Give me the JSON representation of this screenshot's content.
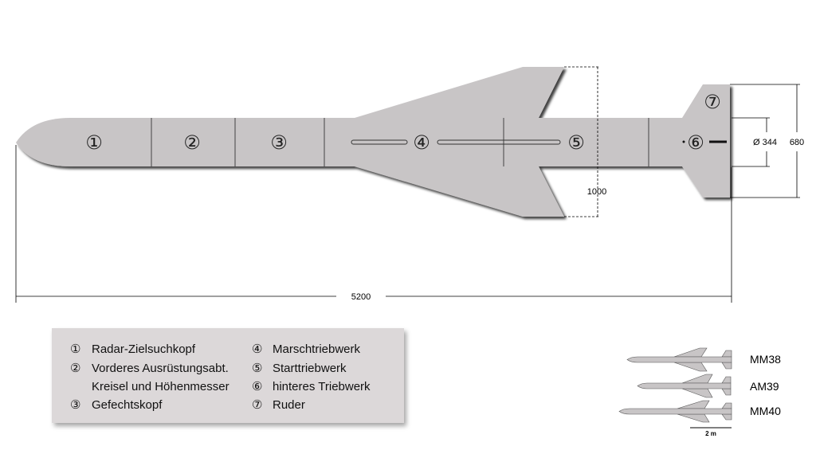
{
  "section_numbers": [
    "①",
    "②",
    "③",
    "④",
    "⑤",
    "⑥",
    "⑦"
  ],
  "dimensions": {
    "length": "5200",
    "span": "1000",
    "diameter": "Ø 344",
    "tail_span": "680"
  },
  "legend": {
    "left": [
      [
        "①",
        "Radar-Zielsuchkopf"
      ],
      [
        "②",
        "Vorderes Ausrüstungsabt."
      ],
      [
        "",
        "Kreisel und Höhenmesser"
      ],
      [
        "③",
        "Gefechtskopf"
      ]
    ],
    "right": [
      [
        "④",
        "Marschtriebwerk"
      ],
      [
        "⑤",
        "Starttriebwerk"
      ],
      [
        "⑥",
        "hinteres Triebwerk"
      ],
      [
        "⑦",
        "Ruder"
      ]
    ]
  },
  "variants": [
    "MM38",
    "AM39",
    "MM40"
  ],
  "scale_label": "2 m"
}
